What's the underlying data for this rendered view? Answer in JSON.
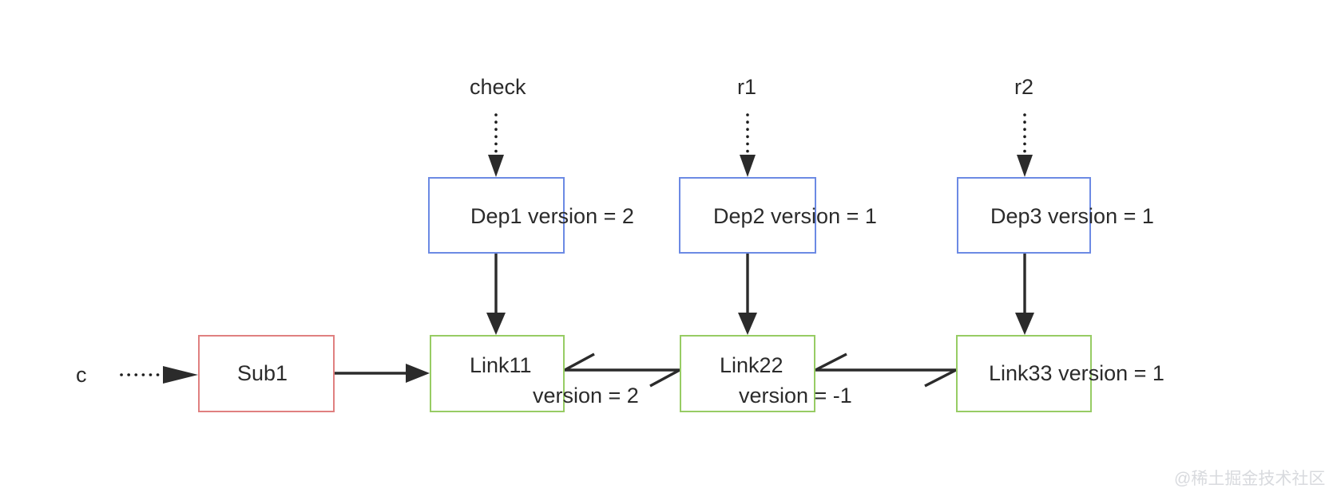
{
  "diagram": {
    "title": "Dependency version propagation diagram",
    "background": "#ffffff",
    "colors": {
      "dep_border": "#6c8ae4",
      "link_border": "#97cc64",
      "sub_border": "#e08080",
      "edge": "#2b2b2b",
      "text": "#2b2b2b",
      "watermark": "#d8dade"
    }
  },
  "external_labels": {
    "check": "check",
    "r1": "r1",
    "r2": "r2",
    "c": "c"
  },
  "nodes": {
    "dep1": {
      "name": "Dep1",
      "version_text": "version = 2",
      "full_text": "Dep1 version = 2",
      "version": 2,
      "kind": "dependency",
      "color": "#6c8ae4"
    },
    "dep2": {
      "name": "Dep2",
      "version_text": "version = 1",
      "full_text": "Dep2   version = 1",
      "version": 1,
      "kind": "dependency",
      "color": "#6c8ae4"
    },
    "dep3": {
      "name": "Dep3",
      "version_text": "version = 1",
      "full_text": "Dep3   version = 1",
      "version": 1,
      "kind": "dependency",
      "color": "#6c8ae4"
    },
    "sub1": {
      "name": "Sub1",
      "version_text": "",
      "full_text": "Sub1",
      "kind": "subscriber",
      "color": "#e08080"
    },
    "link11": {
      "name": "Link11",
      "version_text": "version = 2",
      "version": 2,
      "kind": "link",
      "color": "#97cc64"
    },
    "link22": {
      "name": "Link22",
      "version_text": "version = -1",
      "version": -1,
      "kind": "link",
      "color": "#97cc64"
    },
    "link33": {
      "name": "Link33",
      "version_text": "version = 1",
      "full_text": "Link33  version = 1",
      "version": 1,
      "kind": "link",
      "color": "#97cc64"
    }
  },
  "edges": [
    {
      "id": "check-to-dep1",
      "from": "check",
      "to": "dep1",
      "style": "dotted",
      "direction": "down"
    },
    {
      "id": "r1-to-dep2",
      "from": "r1",
      "to": "dep2",
      "style": "dotted",
      "direction": "down"
    },
    {
      "id": "r2-to-dep3",
      "from": "r2",
      "to": "dep3",
      "style": "dotted",
      "direction": "down"
    },
    {
      "id": "c-to-sub1",
      "from": "c",
      "to": "sub1",
      "style": "dotted",
      "direction": "right"
    },
    {
      "id": "dep1-to-link11",
      "from": "dep1",
      "to": "link11",
      "style": "solid",
      "direction": "down"
    },
    {
      "id": "dep2-to-link22",
      "from": "dep2",
      "to": "link22",
      "style": "solid",
      "direction": "down"
    },
    {
      "id": "dep3-to-link33",
      "from": "dep3",
      "to": "link33",
      "style": "solid",
      "direction": "down"
    },
    {
      "id": "sub1-to-link11",
      "from": "sub1",
      "to": "link11",
      "style": "solid",
      "direction": "right"
    },
    {
      "id": "link11-link22",
      "from": "link11",
      "to": "link22",
      "style": "solid",
      "direction": "both"
    },
    {
      "id": "link22-link33",
      "from": "link22",
      "to": "link33",
      "style": "solid",
      "direction": "both"
    }
  ],
  "watermark": {
    "text": "@稀土掘金技术社区"
  }
}
